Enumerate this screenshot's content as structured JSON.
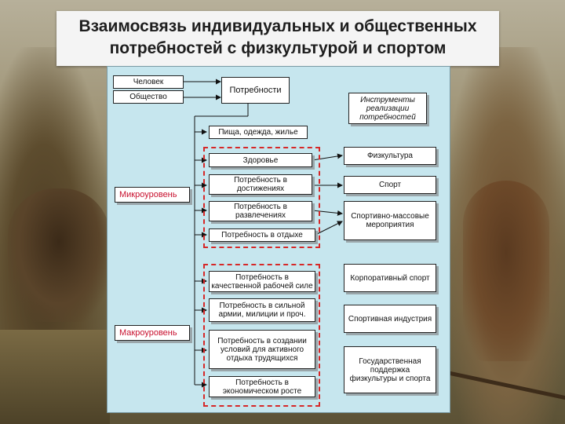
{
  "title": {
    "line1": "Взаимосвязь индивидуальных и общественных",
    "line2": "потребностей с физкультурой и спортом"
  },
  "diagram": {
    "subjects": [
      "Человек",
      "Общество"
    ],
    "needs_header": "Потребности",
    "instruments": "Инструменты реализации потребностей",
    "basic_need": "Пища, одежда, жилье",
    "micro_label": "Микроуровень",
    "macro_label": "Макроуровень",
    "micro_needs": [
      "Здоровье",
      "Потребность в достижениях",
      "Потребность в развлечениях",
      "Потребность в отдыхе"
    ],
    "macro_needs": [
      "Потребность в качественной рабочей силе",
      "Потребность в сильной армии, милиции и проч.",
      "Потребность в создании условий для активного отдыха трудящихся",
      "Потребность в экономическом росте"
    ],
    "micro_instruments": [
      "Физкультура",
      "Спорт",
      "Спортивно-массовые мероприятия"
    ],
    "macro_instruments": [
      "Корпоративный спорт",
      "Спортивная индустрия",
      "Государственная поддержка физкультуры и спорта"
    ]
  }
}
